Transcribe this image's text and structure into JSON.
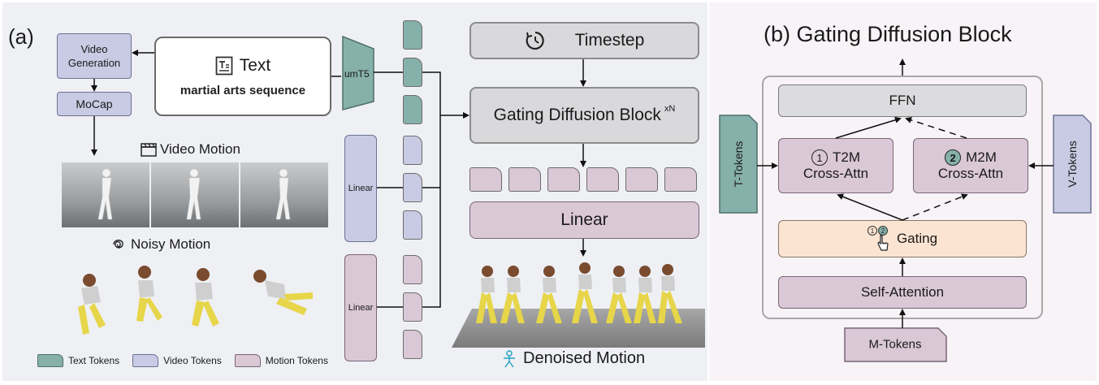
{
  "panel_a": {
    "label": "(a)",
    "video_generation": "Video\nGeneration",
    "mocap": "MoCap",
    "text_title": "Text",
    "text_prompt": "martial arts sequence",
    "umt5": "umT5",
    "linear_video": "Linear",
    "linear_motion": "Linear",
    "timestep": "Timestep",
    "gating_block": "Gating Diffusion Block",
    "gating_block_sup": "xN",
    "linear_main": "Linear",
    "video_motion": "Video Motion",
    "noisy_motion": "Noisy Motion",
    "denoised_motion": "Denoised Motion",
    "legend": [
      {
        "label": "Text Tokens",
        "color": "#86b0aa"
      },
      {
        "label": "Video Tokens",
        "color": "#c8cbe3"
      },
      {
        "label": "Motion Tokens",
        "color": "#dac8d6"
      }
    ]
  },
  "panel_b": {
    "title": "(b) Gating Diffusion Block",
    "ffn": "FFN",
    "t2m_num": "1",
    "t2m_title": "T2M",
    "t2m_sub": "Cross-Attn",
    "m2m_num": "2",
    "m2m_title": "M2M",
    "m2m_sub": "Cross-Attn",
    "gating": "Gating",
    "gating_icon_nums": [
      "1",
      "2"
    ],
    "self_attention": "Self-Attention",
    "t_tokens": "T-Tokens",
    "v_tokens": "V-Tokens",
    "m_tokens": "M-Tokens"
  }
}
